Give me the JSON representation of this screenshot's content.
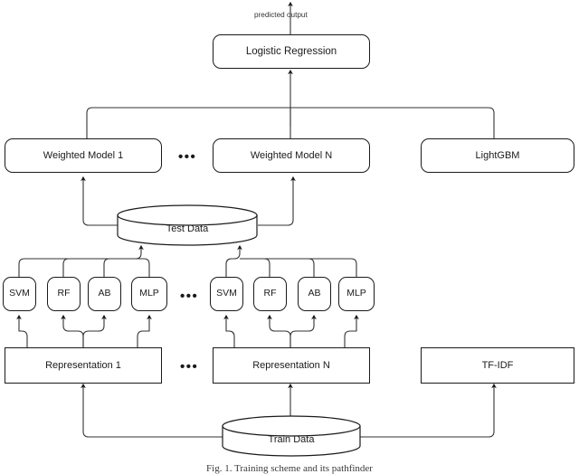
{
  "figure": {
    "caption": "Fig. 1. Training scheme and its pathfinder",
    "top_annotation": "predicted output"
  },
  "nodes": {
    "logistic_regression": "Logistic Regression",
    "weighted_model_1": "Weighted Model 1",
    "weighted_model_n": "Weighted Model N",
    "lightgbm": "LightGBM",
    "test_data": "Test Data",
    "train_data": "Train Data",
    "representation_1": "Representation 1",
    "representation_n": "Representation N",
    "tfidf": "TF-IDF"
  },
  "classifiers_group_1": [
    {
      "label": "SVM"
    },
    {
      "label": "RF"
    },
    {
      "label": "AB"
    },
    {
      "label": "MLP"
    }
  ],
  "classifiers_group_n": [
    {
      "label": "SVM"
    },
    {
      "label": "RF"
    },
    {
      "label": "AB"
    },
    {
      "label": "MLP"
    }
  ],
  "ellipses": {
    "model_row": "•••",
    "classifier_row": "•••",
    "representation_row": "•••"
  },
  "colors": {
    "stroke": "#1a1a1a",
    "line": "#333333",
    "background": "#ffffff",
    "text": "#1a1a1a"
  }
}
